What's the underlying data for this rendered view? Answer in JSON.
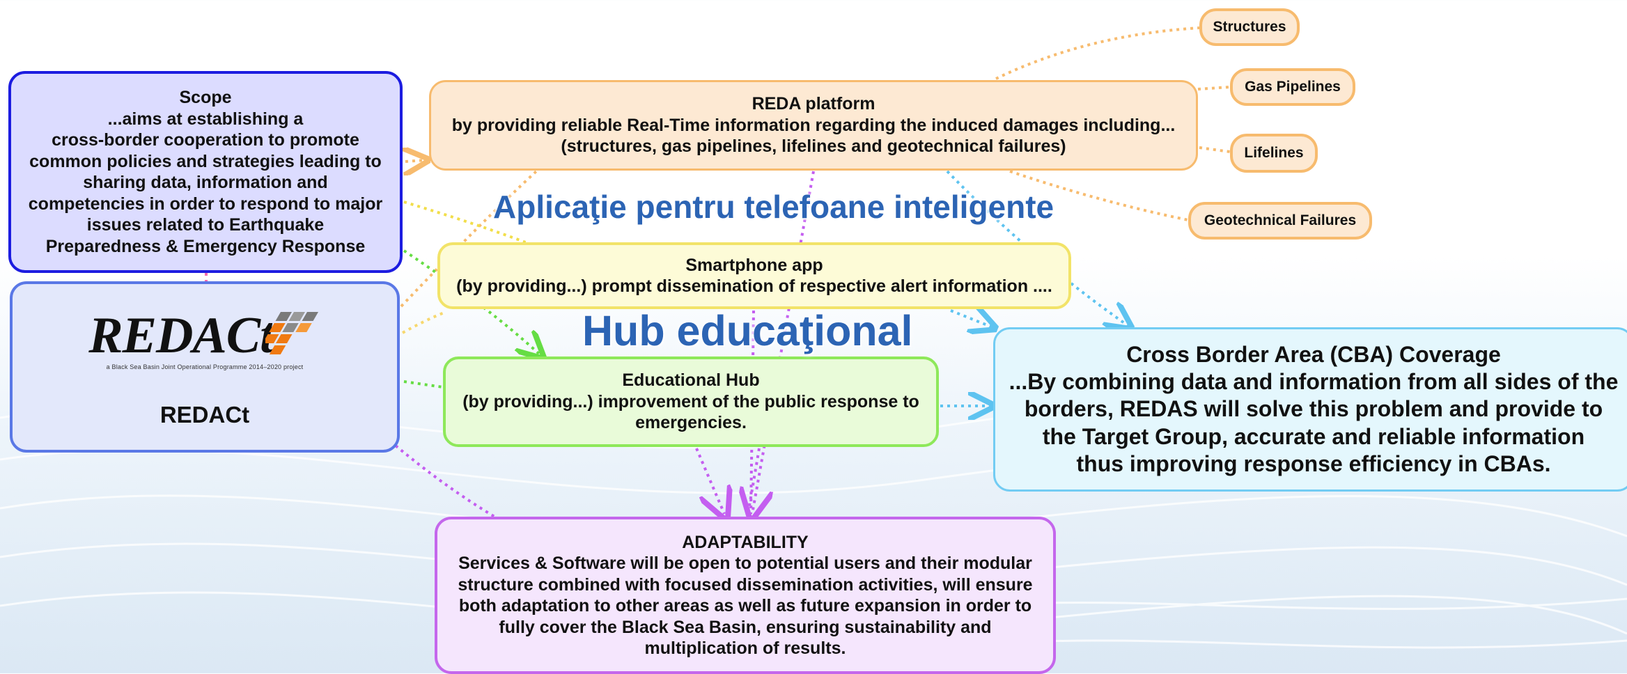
{
  "overlays": {
    "app_title": "Aplicaţie pentru telefoane inteligente",
    "hub_title": "Hub educaţional"
  },
  "scope": {
    "lines": [
      "Scope",
      "...aims at establishing a",
      "cross-border cooperation to promote",
      "common policies and strategies leading to",
      "sharing data, information and",
      "competencies in order to respond to major",
      "issues related to Earthquake",
      "Preparedness & Emergency Response"
    ]
  },
  "redact": {
    "logo_text": "REDACt",
    "logo_tagline": "a Black Sea Basin Joint Operational Programme 2014–2020 project",
    "label": "REDACt"
  },
  "reda_platform": {
    "lines": [
      "REDA platform",
      "by providing reliable Real-Time information regarding the induced damages including...",
      "(structures, gas pipelines, lifelines and geotechnical failures)"
    ],
    "leaves": {
      "structures": "Structures",
      "gas_pipelines": "Gas Pipelines",
      "lifelines": "Lifelines",
      "geotechnical": "Geotechnical Failures"
    }
  },
  "smartphone": {
    "lines": [
      "Smartphone app",
      "(by providing...) prompt dissemination of respective alert information ...."
    ]
  },
  "educational": {
    "lines": [
      "Educational Hub",
      "(by providing...) improvement of the public response to",
      "emergencies."
    ]
  },
  "cba": {
    "lines": [
      "Cross Border Area (CBA) Coverage",
      "...By combining data and information from all sides of the",
      "borders, REDAS will solve this problem and provide to",
      "the Target Group, accurate and reliable information",
      "thus improving response efficiency in CBAs."
    ]
  },
  "adaptability": {
    "lines": [
      "ADAPTABILITY",
      "Services & Software will be open to potential users and their modular",
      "structure combined with focused dissemination activities, will ensure",
      "both adaptation to other areas as well as future expansion in order to",
      "fully cover the Black Sea Basin, ensuring sustainability and",
      "multiplication of results."
    ]
  },
  "colors": {
    "scope_border": "#1c1ce0",
    "redact_border": "#5a78e6",
    "reda_border": "#f7bb6e",
    "smartphone_border": "#f2e368",
    "educational_border": "#8ee85a",
    "cba_border": "#72ccf3",
    "adapt_border": "#c467ec",
    "overlay_text": "#2c64b4",
    "logo_orange": "#f07a12",
    "logo_gray": "#7a7a7a"
  }
}
